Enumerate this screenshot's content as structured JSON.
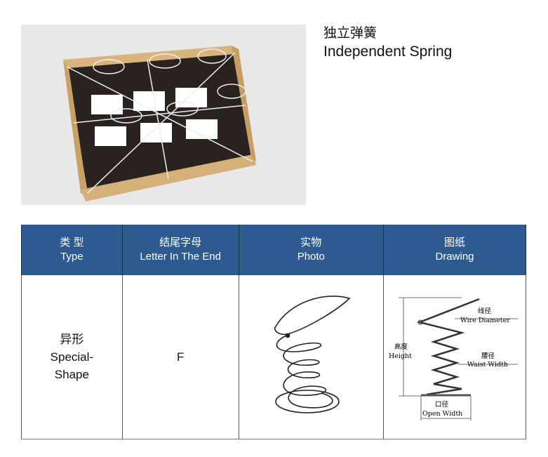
{
  "title": {
    "zh": "独立弹簧",
    "en": "Independent Spring"
  },
  "table": {
    "headers": [
      {
        "zh": "类 型",
        "en": "Type"
      },
      {
        "zh": "结尾字母",
        "en": "Letter In The End"
      },
      {
        "zh": "实物",
        "en": "Photo"
      },
      {
        "zh": "图纸",
        "en": "Drawing"
      }
    ],
    "row": {
      "type_zh": "异形",
      "type_en1": "Special-",
      "type_en2": "Shape",
      "letter": "F"
    }
  },
  "drawing": {
    "wire_zh": "线径",
    "wire_en": "Wire Diameter",
    "height_zh": "高度",
    "height_en": "Height",
    "waist_zh": "腰径",
    "waist_en": "Waist Width",
    "open_zh": "口径",
    "open_en": "Open Width"
  },
  "colors": {
    "header": "#2d5a91"
  }
}
